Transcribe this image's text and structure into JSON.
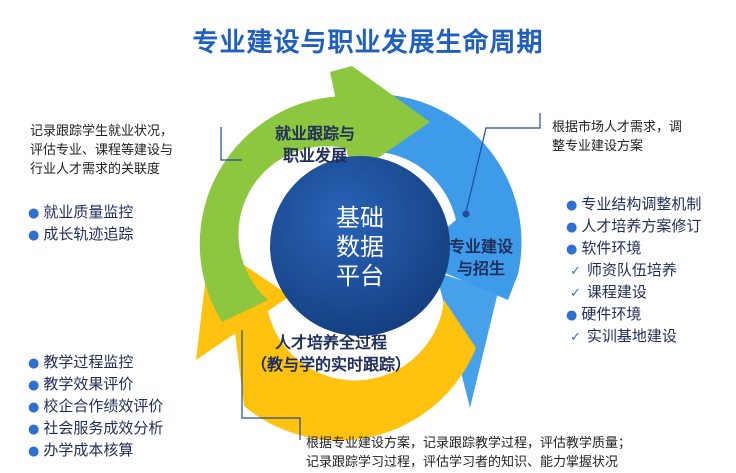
{
  "title": "专业建设与职业发展生命周期",
  "center": {
    "lines": [
      "基础",
      "数据",
      "平台"
    ]
  },
  "segments": {
    "employment": {
      "lines": [
        "就业跟踪与",
        "职业发展"
      ]
    },
    "construction": {
      "lines": [
        "专业建设",
        "与招生"
      ]
    },
    "talent": {
      "lines": [
        "人才培养全过程",
        "（教与学的实时跟踪）"
      ]
    }
  },
  "notes": {
    "left_top": [
      "记录跟踪学生就业状况，",
      "评估专业、课程等建设与",
      "行业人才需求的关联度"
    ],
    "right_top": [
      "根据市场人才需求，调",
      "整专业建设方案"
    ],
    "bottom": [
      "根据专业建设方案，记录跟踪教学过程，评估教学质量；",
      "记录跟踪学习过程，评估学习者的知识、能力掌握状况"
    ]
  },
  "lists": {
    "employment": [
      {
        "type": "dot",
        "text": "就业质量监控"
      },
      {
        "type": "dot",
        "text": "成长轨迹追踪"
      }
    ],
    "construction": [
      {
        "type": "dot",
        "text": "专业结构调整机制"
      },
      {
        "type": "dot",
        "text": "人才培养方案修订"
      },
      {
        "type": "dot",
        "text": "软件环境"
      },
      {
        "type": "check",
        "text": "师资队伍培养"
      },
      {
        "type": "check",
        "text": "课程建设"
      },
      {
        "type": "dot",
        "text": "硬件环境"
      },
      {
        "type": "check",
        "text": "实训基地建设"
      }
    ],
    "talent": [
      {
        "type": "dot",
        "text": "教学过程监控"
      },
      {
        "type": "dot",
        "text": "教学效果评价"
      },
      {
        "type": "dot",
        "text": "校企合作绩效评价"
      },
      {
        "type": "dot",
        "text": "社会服务成效分析"
      },
      {
        "type": "dot",
        "text": "办学成本核算"
      }
    ]
  },
  "colors": {
    "title": "#1f5fbf",
    "green": "#8dc63f",
    "blue": "#3d9be9",
    "yellow": "#ffc20e",
    "center": "#1b4f9c",
    "text": "#1f2d5a"
  },
  "icons": {
    "bullet": "bullet-dot-icon",
    "check": "check-icon"
  }
}
